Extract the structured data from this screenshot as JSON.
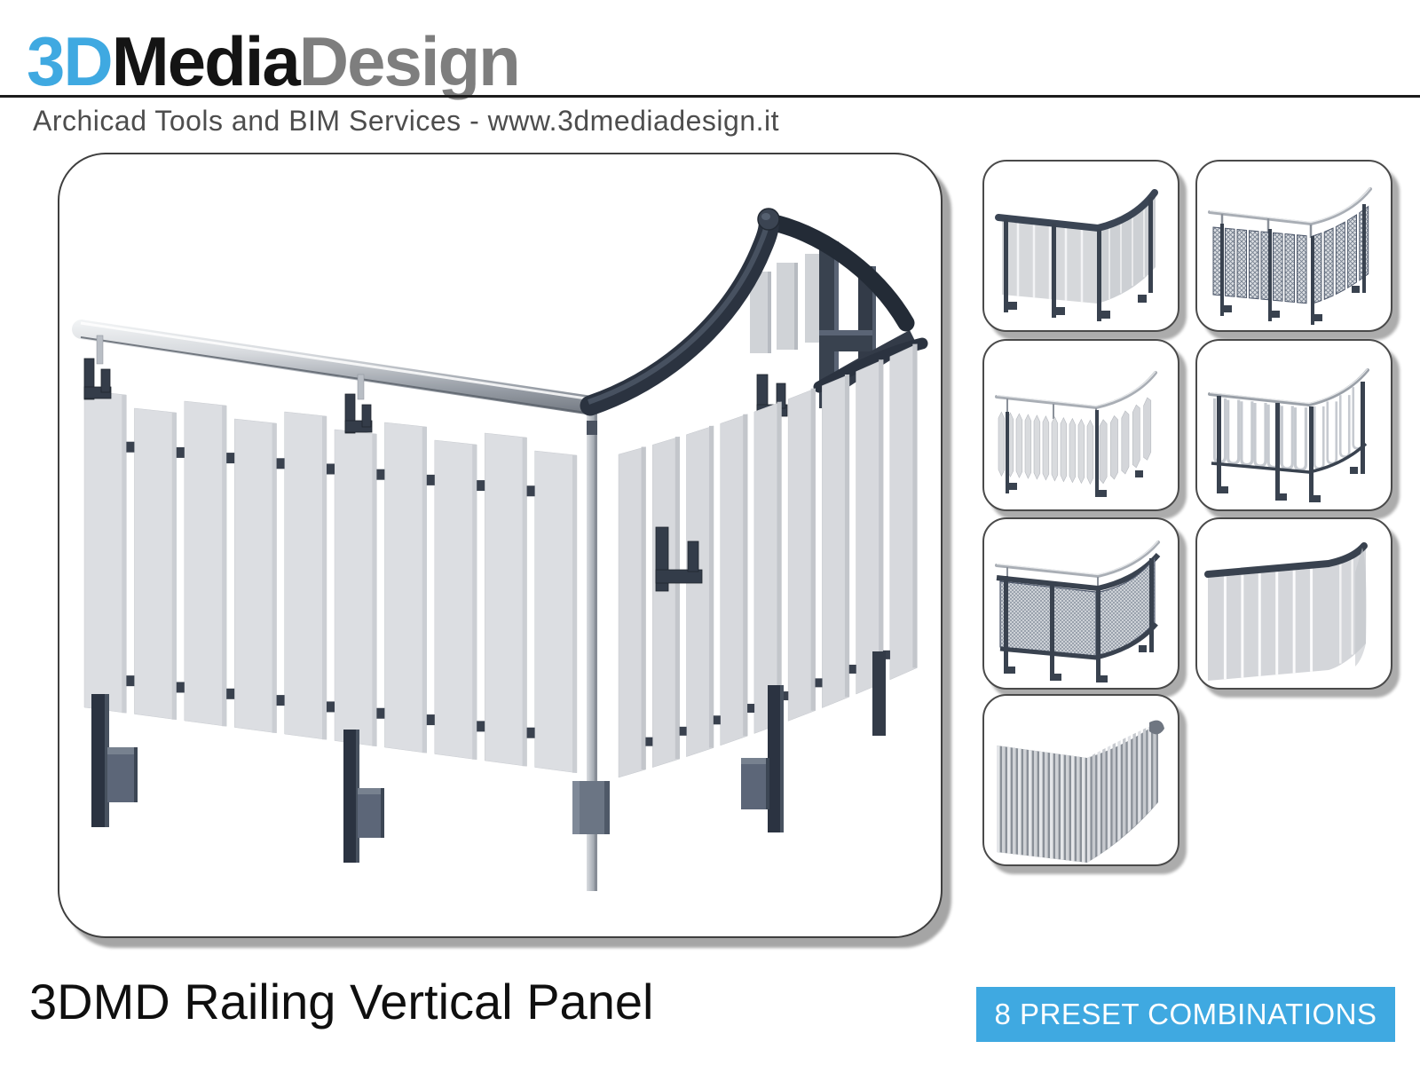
{
  "header": {
    "logo": {
      "part1": "3D",
      "part2": "Media",
      "part3": "Design"
    },
    "tagline": "Archicad Tools and BIM Services - www.3dmediadesign.it"
  },
  "product": {
    "title": "3DMD Railing Vertical Panel"
  },
  "badge": {
    "label": "8 PRESET COMBINATIONS"
  },
  "colors": {
    "accent_blue": "#3FA9E1",
    "logo_black": "#141414",
    "logo_gray": "#7E7E7E",
    "tagline_gray": "#4D4D4D",
    "panel_light_gray": "#D8DADD",
    "frame_navy": "#39414E",
    "metal_silver": "#B9BEC4",
    "card_border_gray": "#454545",
    "shadow_gray": "#A8A8A8"
  },
  "gallery": {
    "main_preview": "railing-vertical-panel-3d-render",
    "preset_count": 8,
    "thumbnails": [
      {
        "id": "preset-solid-panel",
        "name": "solid-panel-railing-preview"
      },
      {
        "id": "preset-mesh-panels",
        "name": "mesh-panel-railing-preview"
      },
      {
        "id": "preset-pointed-picket",
        "name": "pointed-picket-railing-preview"
      },
      {
        "id": "preset-loop-bars",
        "name": "loop-bar-railing-preview"
      },
      {
        "id": "preset-wire-mesh",
        "name": "wire-mesh-railing-preview"
      },
      {
        "id": "preset-full-panel",
        "name": "full-panel-railing-preview"
      },
      {
        "id": "preset-louver-slats",
        "name": "louver-slat-railing-preview"
      }
    ]
  }
}
